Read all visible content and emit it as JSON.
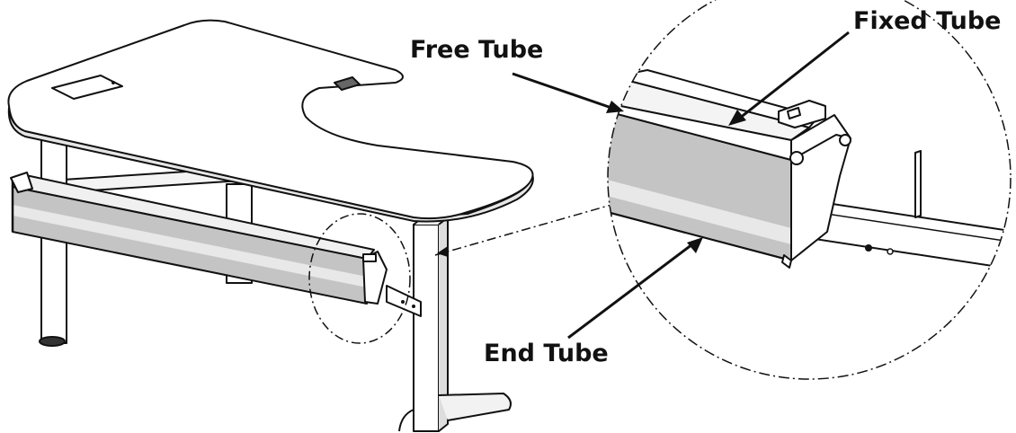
{
  "labels": {
    "free_tube": "Free Tube",
    "fixed_tube": "Fixed Tube",
    "end_tube": "End Tube"
  },
  "colors": {
    "line": "#111111",
    "panel_fill": "#c4c4c4",
    "panel_light": "#e8e8e8",
    "metal": "#f2f2f2"
  }
}
